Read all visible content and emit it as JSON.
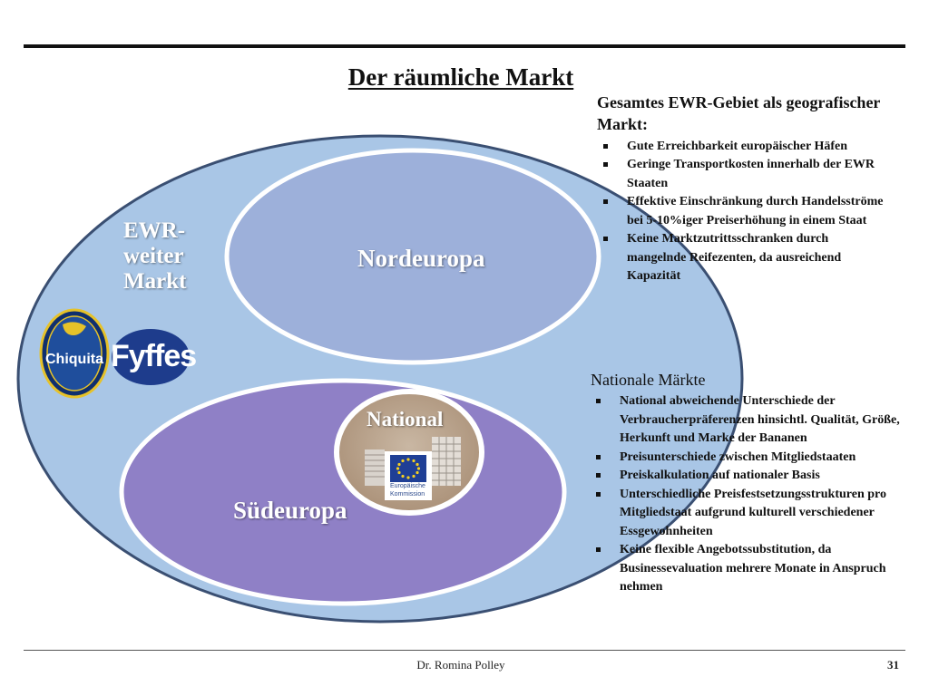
{
  "slide": {
    "title": "Der räumliche Markt",
    "footer_author": "Dr. Romina Polley",
    "page_number": "31"
  },
  "diagram": {
    "outer_label": "EWR-\nweiter\nMarkt",
    "north_label": "Nordeuropa",
    "south_label": "Südeuropa",
    "national_label": "National",
    "colors": {
      "outer_fill": "#a9c6e6",
      "north_fill": "#9db0da",
      "south_fill": "#8f80c6",
      "national_fill": "#b39b83",
      "ring": "#ffffff"
    }
  },
  "logos": {
    "chiquita": "Chiquita",
    "fyffes": "Fyffes",
    "eu_line1": "Europäische",
    "eu_line2": "Kommission"
  },
  "panels": {
    "ewr": {
      "heading": "Gesamtes EWR-Gebiet als geografischer Markt:",
      "bullets": [
        "Gute Erreichbarkeit europäischer Häfen",
        "Geringe Transportkosten innerhalb der EWR Staaten",
        "Effektive Einschränkung durch Handelsströme bei 5-10%iger Preiserhöhung in einem Staat",
        "Keine Marktzutrittsschranken durch mangelnde Reifezenten, da ausreichend Kapazität"
      ]
    },
    "national": {
      "heading": "Nationale Märkte",
      "bullets": [
        "National abweichende Unterschiede der Verbraucherpräferenzen hinsichtl. Qualität, Größe, Herkunft und Marke der Bananen",
        "Preisunterschiede zwischen Mitgliedstaaten",
        "Preiskalkulation auf nationaler Basis",
        "Unterschiedliche Preisfestsetzungsstrukturen pro Mitgliedstaat aufgrund kulturell verschiedener Essgewohnheiten",
        "Keine flexible Angebotssubstitution, da Businessevaluation mehrere Monate in Anspruch nehmen"
      ]
    }
  }
}
